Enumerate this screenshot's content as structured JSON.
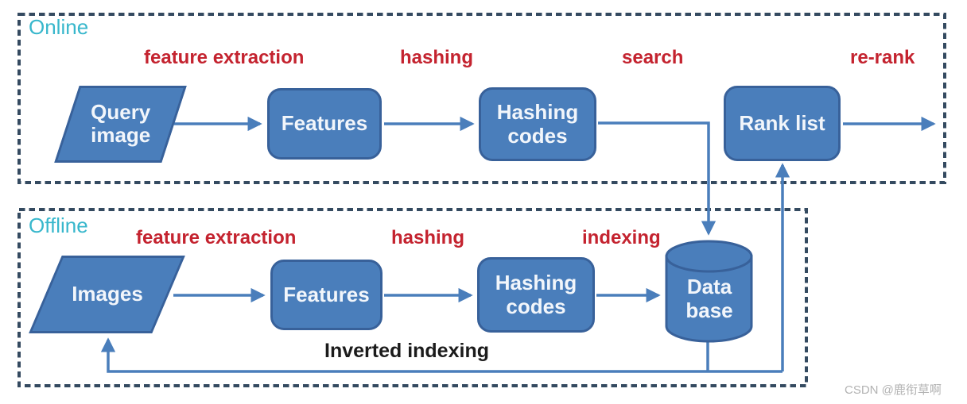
{
  "online": {
    "label": "Online",
    "steps": {
      "feature_extraction": "feature extraction",
      "hashing": "hashing",
      "search": "search",
      "re_rank": "re-rank"
    },
    "nodes": {
      "query_image": {
        "line1": "Query",
        "line2": "image"
      },
      "features": {
        "label": "Features"
      },
      "hashing_codes": {
        "line1": "Hashing",
        "line2": "codes"
      },
      "rank_list": {
        "label": "Rank list"
      }
    }
  },
  "offline": {
    "label": "Offline",
    "steps": {
      "feature_extraction": "feature extraction",
      "hashing": "hashing",
      "indexing": "indexing"
    },
    "nodes": {
      "images": {
        "label": "Images"
      },
      "features": {
        "label": "Features"
      },
      "hashing_codes": {
        "line1": "Hashing",
        "line2": "codes"
      },
      "database": {
        "line1": "Data",
        "line2": "base"
      }
    }
  },
  "annotation": {
    "inverted_indexing": "Inverted indexing"
  },
  "watermark": {
    "text": "CSDN @鹿衔草啊"
  },
  "colors": {
    "node_fill": "#4a7ebb",
    "node_border": "#38619a",
    "arrow": "#4a7ebb",
    "dashed_border": "#344a60",
    "step_label": "#c4232f",
    "section_label": "#38b7cc",
    "node_text": "#f2f6fb",
    "annotation_text": "#1b1b1b",
    "watermark_text": "#b3b3b3"
  }
}
